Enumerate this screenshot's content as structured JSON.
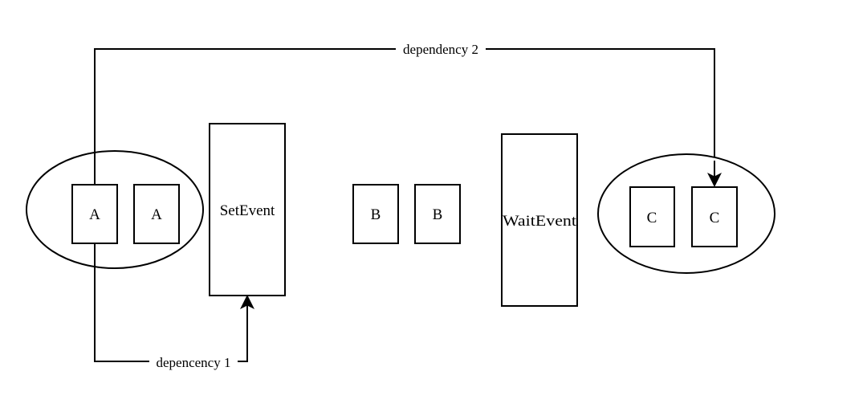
{
  "diagram": {
    "groups": [
      {
        "id": "group-a",
        "items": [
          "A",
          "A"
        ]
      },
      {
        "id": "group-c",
        "items": [
          "C",
          "C"
        ]
      }
    ],
    "standalone_boxes": [
      "B",
      "B"
    ],
    "events": {
      "set_event": "SetEvent",
      "wait_event": "WaitEvent"
    },
    "edges": [
      {
        "id": "dep1",
        "label": "depencency 1",
        "from": "A",
        "to": "SetEvent"
      },
      {
        "id": "dep2",
        "label": "dependency 2",
        "from": "A",
        "to": "C"
      }
    ],
    "colors": {
      "stroke": "#000000",
      "background": "#ffffff"
    }
  }
}
